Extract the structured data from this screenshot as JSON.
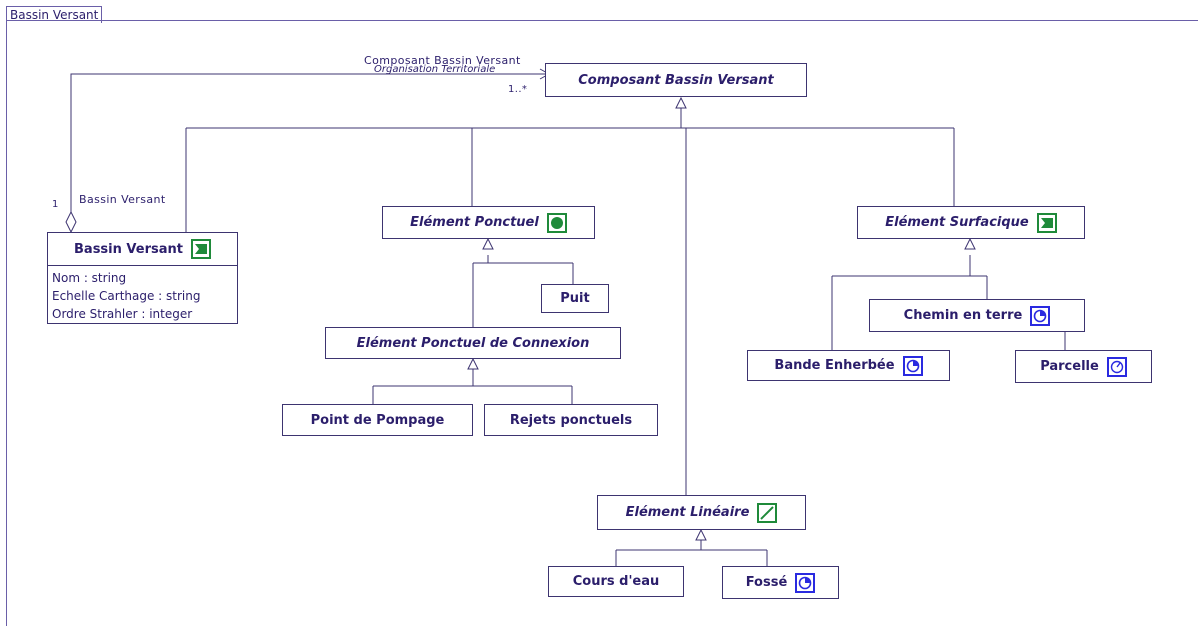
{
  "frame": {
    "title": "Bassin Versant"
  },
  "association": {
    "role_target": "Composant Bassin Versant",
    "name": "Organisation Territoriale",
    "mult_target": "1..*",
    "mult_source": "1",
    "role_source": "Bassin Versant"
  },
  "classes": {
    "composant": {
      "name": "Composant Bassin Versant"
    },
    "bassin": {
      "name": "Bassin Versant",
      "icon": "polygon-icon",
      "attributes": [
        "Nom : string",
        "Echelle Carthage : string",
        "Ordre Strahler : integer"
      ]
    },
    "ponctuel": {
      "name": "Elément Ponctuel",
      "icon": "point-icon"
    },
    "surfacique": {
      "name": "Elément Surfacique",
      "icon": "polygon-icon"
    },
    "puit": {
      "name": "Puit"
    },
    "connexion": {
      "name": "Elément Ponctuel de Connexion"
    },
    "pompage": {
      "name": "Point de Pompage"
    },
    "rejets": {
      "name": "Rejets ponctuels"
    },
    "chemin": {
      "name": "Chemin en terre",
      "icon": "clock-icon"
    },
    "bande": {
      "name": "Bande Enherbée",
      "icon": "clock-icon"
    },
    "parcelle": {
      "name": "Parcelle",
      "icon": "clock-icon"
    },
    "lineaire": {
      "name": "Elément Linéaire",
      "icon": "line-icon"
    },
    "cours": {
      "name": "Cours d'eau"
    },
    "fosse": {
      "name": "Fossé",
      "icon": "clock-icon"
    }
  },
  "colors": {
    "text": "#2b1e6b",
    "green_icon": "#1f8a3a",
    "blue_icon": "#2a2ae0",
    "line": "#3d3470"
  }
}
